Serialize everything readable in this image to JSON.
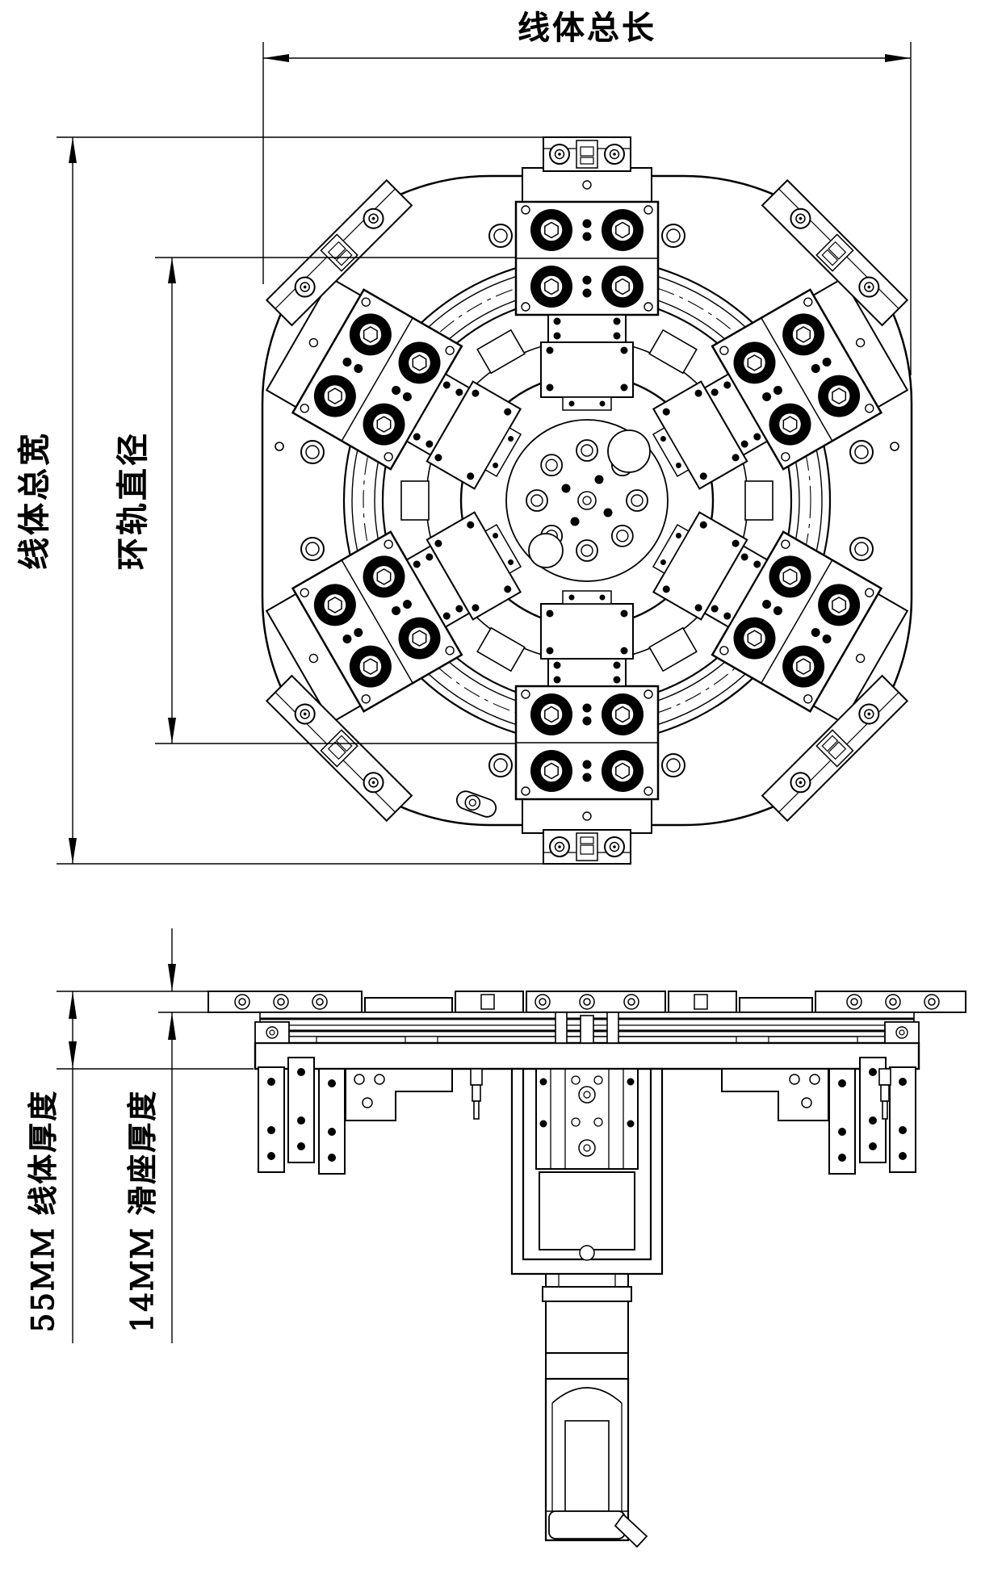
{
  "figure": {
    "kind": "engineering-drawing",
    "views": [
      "top-view",
      "side-view"
    ],
    "line_color": "#000000",
    "background_color": "#ffffff",
    "carriage_count": 6
  },
  "dimensions": {
    "total_length": {
      "label": "线体总长"
    },
    "total_width": {
      "label": "线体总宽"
    },
    "ring_diameter": {
      "label": "环轨直径"
    },
    "line_thickness": {
      "value": "55MM",
      "name": "线体厚度",
      "label": "55MM 线体厚度"
    },
    "slide_thickness": {
      "value": "14MM",
      "name": "滑座厚度",
      "label": "14MM 滑座厚度"
    }
  }
}
